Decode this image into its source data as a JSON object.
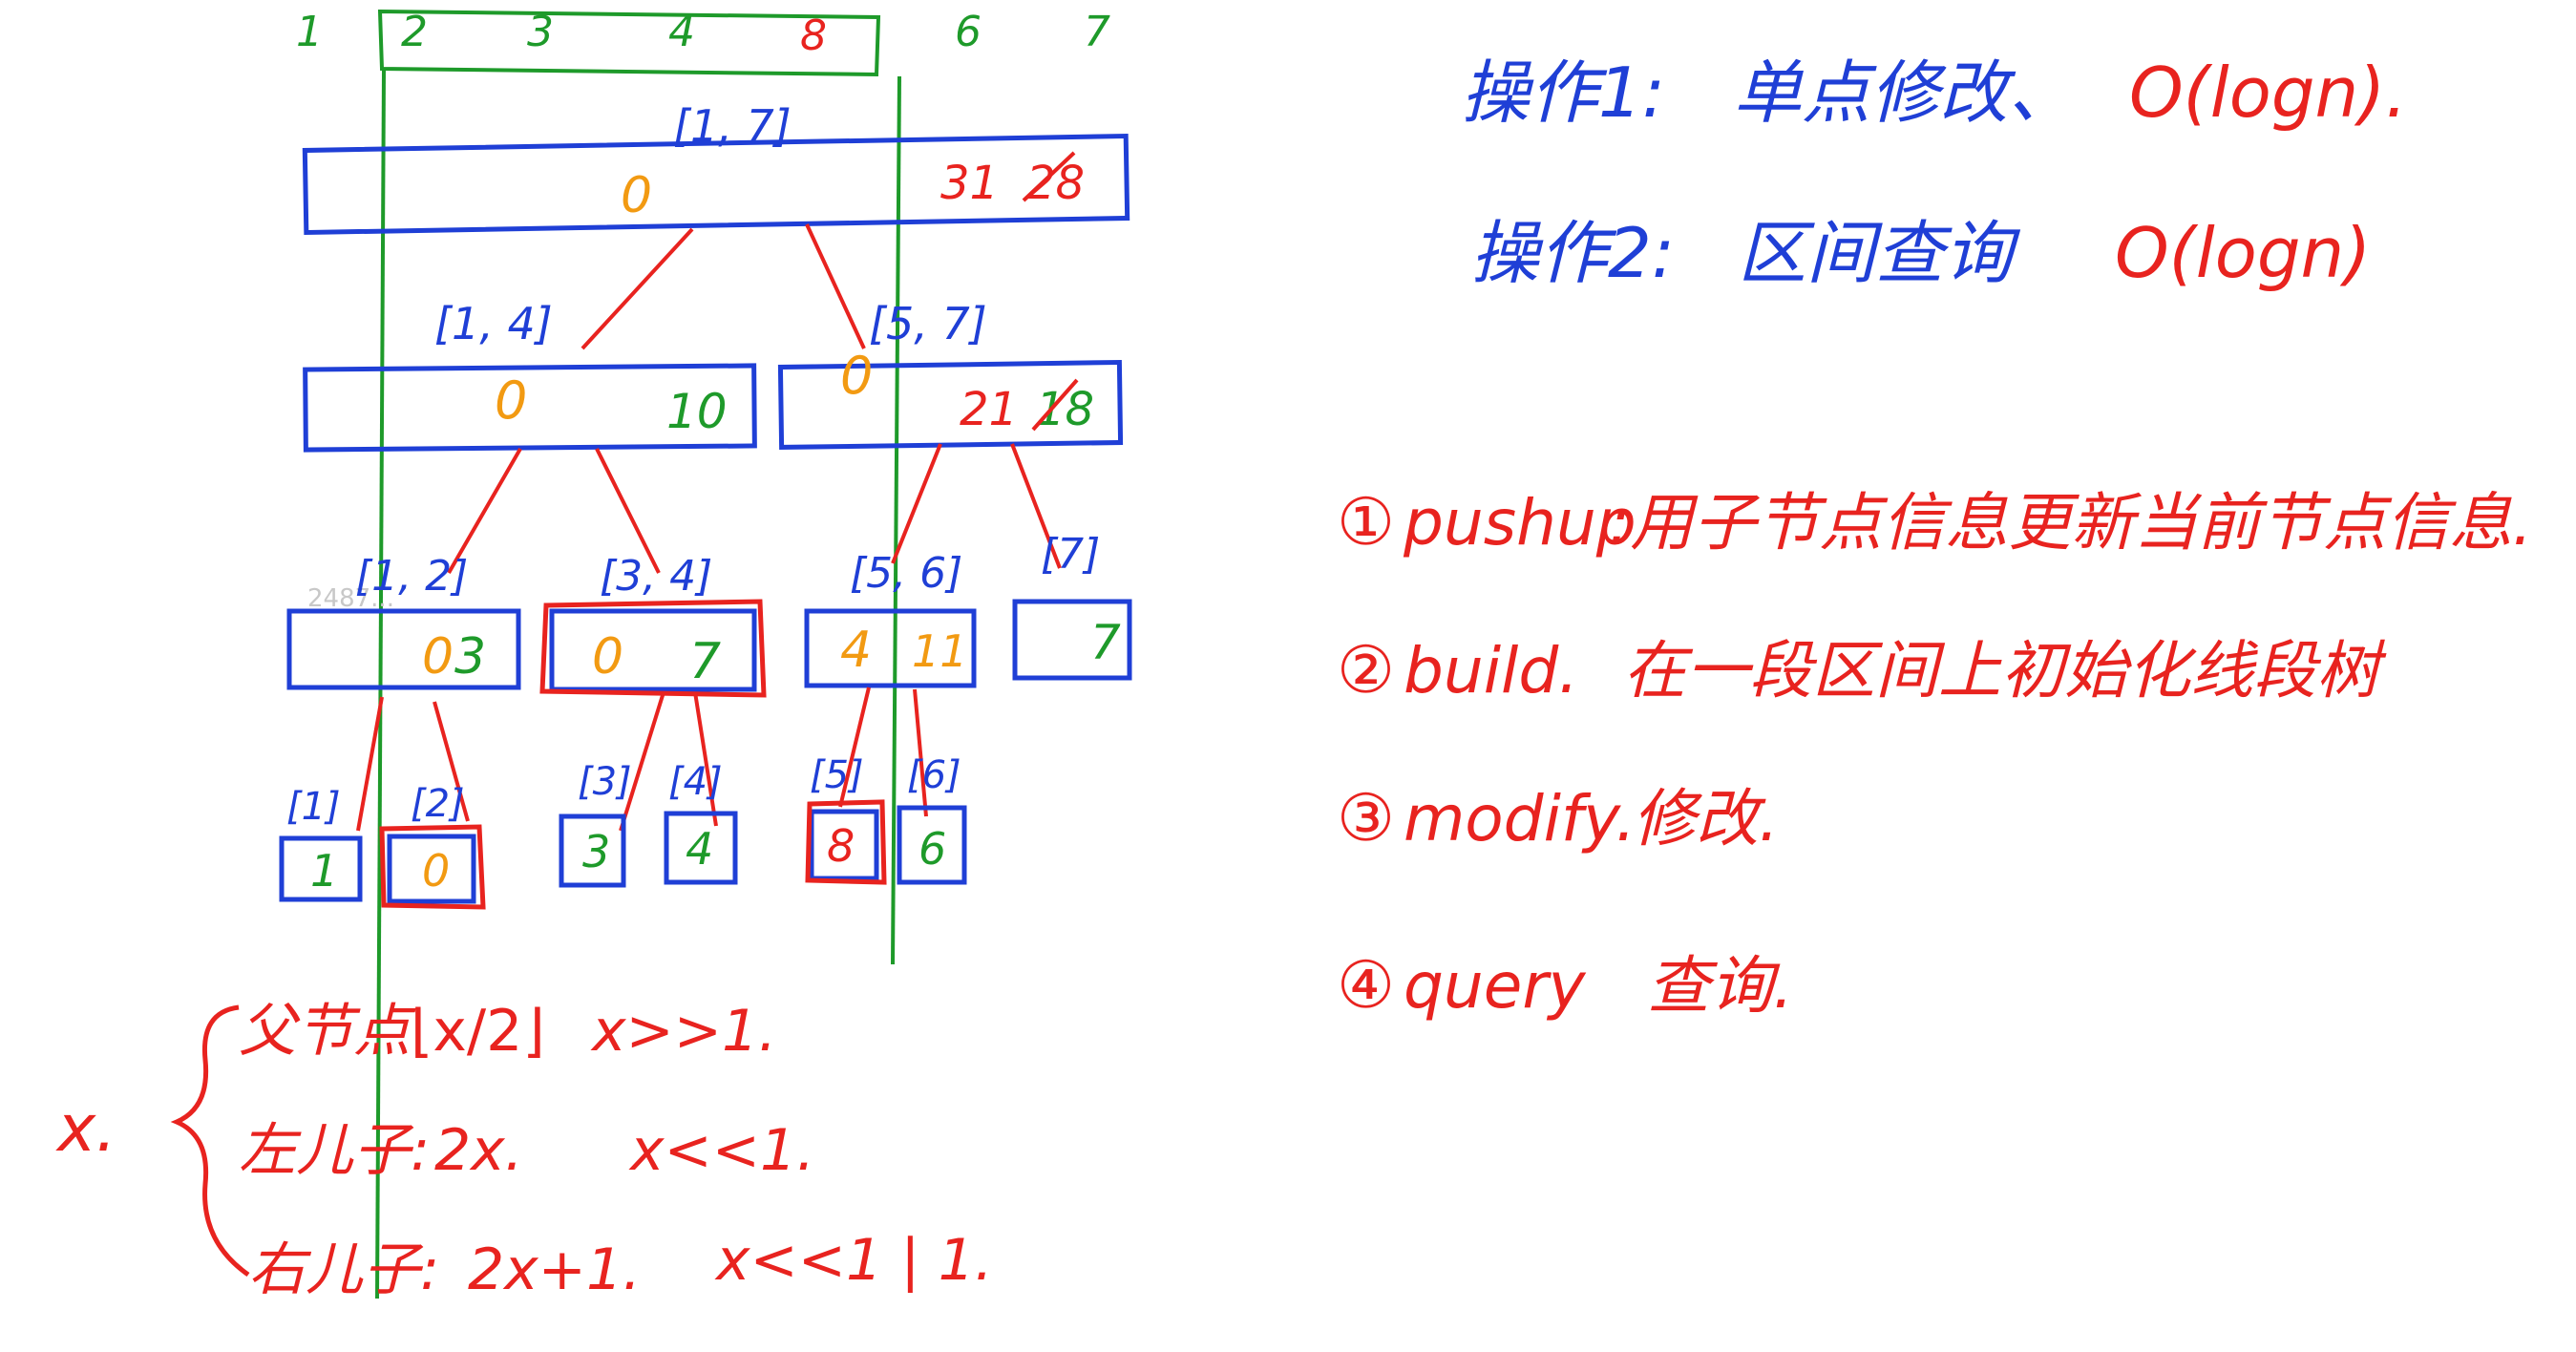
{
  "top_numbers": [
    "1",
    "2",
    "3",
    "4",
    "8",
    "6",
    "7"
  ],
  "tree": {
    "root": {
      "range": "[1, 7]",
      "lazy": "0",
      "value": "31",
      "old_value": "28"
    },
    "level2": [
      {
        "range": "[1, 4]",
        "lazy": "0",
        "value": "10"
      },
      {
        "range": "[5, 7]",
        "lazy": "0",
        "value": "21",
        "old_value": "18"
      }
    ],
    "level3": [
      {
        "range": "[1, 2]",
        "lazy": "0",
        "value": "3"
      },
      {
        "range": "[3, 4]",
        "lazy": "0",
        "value": "7"
      },
      {
        "range": "[5, 6]",
        "lazy": "4",
        "value": "11"
      },
      {
        "range": "[7]",
        "lazy": "",
        "value": "7"
      }
    ],
    "leaves": [
      {
        "range": "[1]",
        "value": "1"
      },
      {
        "range": "[2]",
        "value": "0"
      },
      {
        "range": "[3]",
        "value": "3"
      },
      {
        "range": "[4]",
        "value": "4"
      },
      {
        "range": "[5]",
        "value": "8"
      },
      {
        "range": "[6]",
        "value": "6"
      }
    ],
    "faint_mark": "2487..."
  },
  "ops": {
    "op1": {
      "label": "操作1:",
      "desc": "单点修改、",
      "complexity": "O(logn)."
    },
    "op2": {
      "label": "操作2:",
      "desc": "区间查询",
      "complexity": "O(logn)"
    }
  },
  "functions": [
    {
      "num": "①",
      "name": "pushup",
      "desc": ":用子节点信息更新当前节点信息."
    },
    {
      "num": "②",
      "name": "build.",
      "desc": "在一段区间上初始化线段树"
    },
    {
      "num": "③",
      "name": "modify.",
      "desc": "修改."
    },
    {
      "num": "④",
      "name": "query",
      "desc": "查询."
    }
  ],
  "index_notes": {
    "var": "x.",
    "parent": {
      "label": "父节点",
      "formula": "⌊x/2⌋",
      "shift": "x>>1."
    },
    "left": {
      "label": "左儿子:",
      "formula": "2x.",
      "shift": "x<<1."
    },
    "right": {
      "label": "右儿子:",
      "formula": "2x+1.",
      "shift": "x<<1 | 1."
    }
  },
  "colors": {
    "blue": "#1f3fd6",
    "red": "#e8231f",
    "green": "#1e9a2a",
    "orange": "#f29a12"
  }
}
